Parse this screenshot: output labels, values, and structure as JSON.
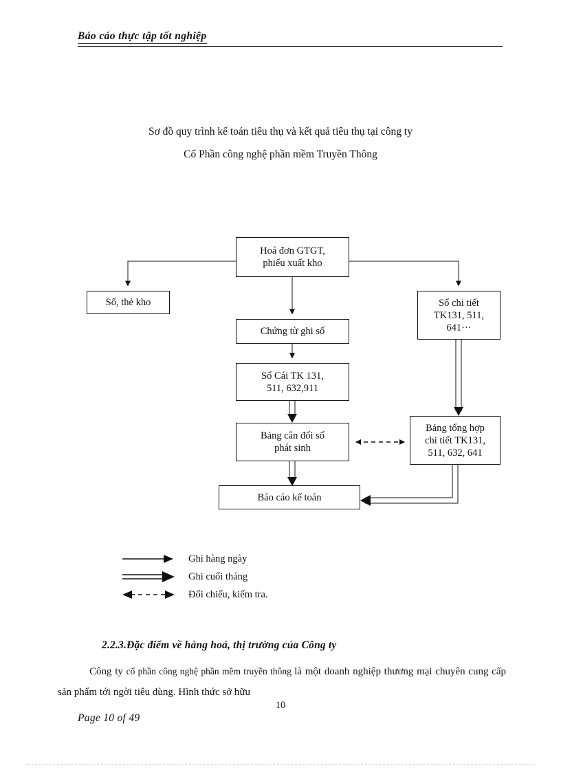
{
  "header": {
    "title": "Báo cáo thực tập tốt nghiệp"
  },
  "figure": {
    "title_line1": "Sơ đồ quy trình kế toán tiêu thụ và kết quả tiêu thụ tại công ty",
    "title_line2": "Cổ Phần công nghệ phần mềm Truyền Thông",
    "nodes": {
      "invoice": {
        "line1": "Hoá đơn GTGT,",
        "line2": "phiếu xuất kho"
      },
      "warehouse": {
        "line1": "Sổ, thẻ kho"
      },
      "detail": {
        "line1": "Sổ chi tiết",
        "line2": "TK131, 511,",
        "line3": "641···"
      },
      "voucher": {
        "line1": "Chứng từ ghi sổ"
      },
      "ledger": {
        "line1": "Sổ Cái TK 131,",
        "line2": "511, 632,911"
      },
      "balance": {
        "line1": "Bảng cân đối số",
        "line2": "phát sinh"
      },
      "summary": {
        "line1": "Bảng tổng hợp",
        "line2": "chi tiết TK131,",
        "line3": "511, 632, 641"
      },
      "report": {
        "line1": "Báo cáo kế toán"
      }
    },
    "legend": [
      {
        "icon": "single-arrow-icon",
        "label": "Ghi hàng ngày"
      },
      {
        "icon": "double-line-arrow-icon",
        "label": "Ghi cuối tháng"
      },
      {
        "icon": "dashed-double-arrow-icon",
        "label": "Đối chiếu, kiểm tra."
      }
    ]
  },
  "content": {
    "section_heading": "2.2.3.Đặc điểm về hàng hoá, thị trường của Công ty",
    "paragraph_part1": "Công ty ",
    "paragraph_part2": "cổ phần  công nghệ phần mềm truyền thông ",
    "paragraph_part3": "là một doanh nghiệp thương  mại chuyên cung cấp sản phẩm tới ngời   tiêu dùng. Hình thức sở hữu"
  },
  "footer": {
    "page_number": "10",
    "page_of": "Page 10 of 49"
  },
  "colors": {
    "ink": "#111111",
    "paper": "#ffffff",
    "rule": "#2a2a2a"
  }
}
